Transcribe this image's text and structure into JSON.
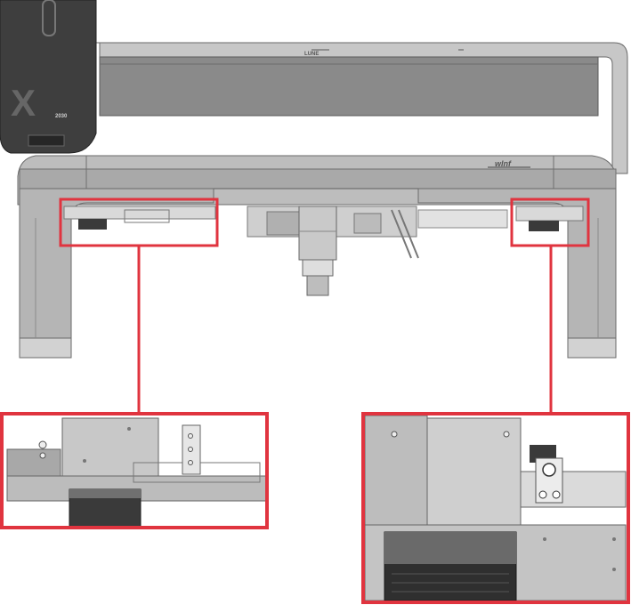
{
  "diagram": {
    "carriage_label": "2030",
    "carriage_logo": "X",
    "brand_mark": "wlnf",
    "gantry_mark": "LUNE",
    "highlight_color": "#e0343f",
    "body_color": "#9a9a9a",
    "dark_color": "#3a3a3a"
  }
}
